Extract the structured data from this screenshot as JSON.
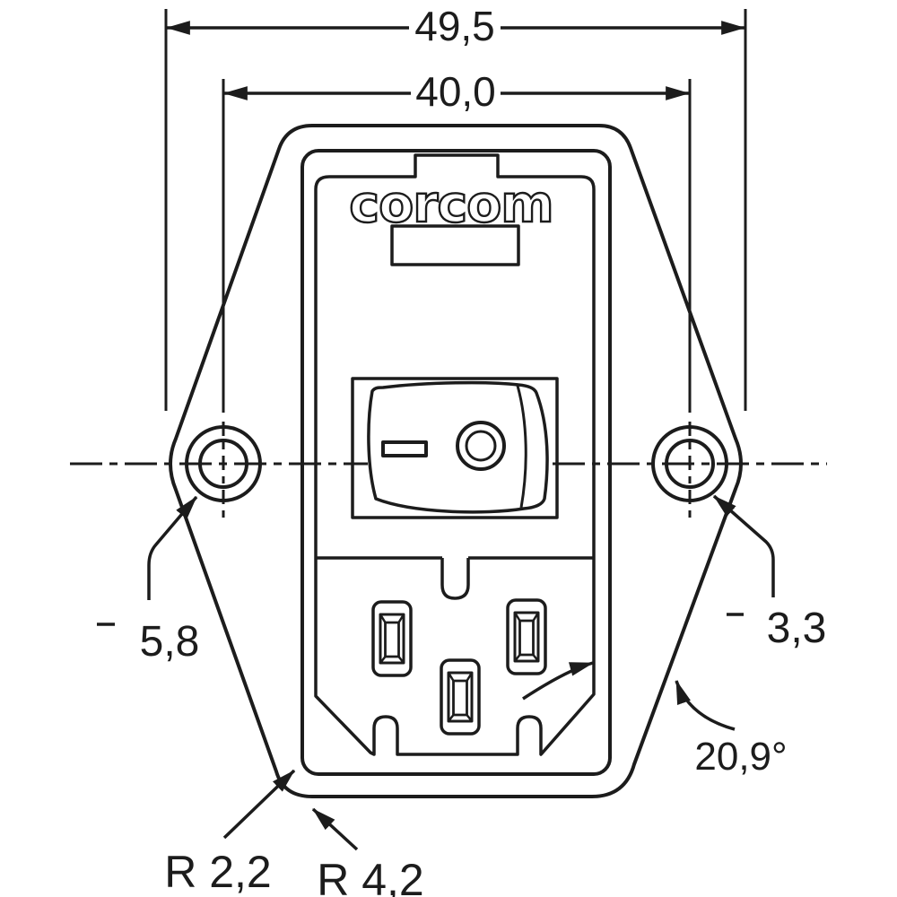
{
  "drawing": {
    "brand": "corcom",
    "dim_overall_width": "49,5",
    "dim_hole_spacing": "40,0",
    "dim_counterbore_diameter": "5,8",
    "dim_hole_diameter": "3,3",
    "dim_side_angle": "20,9°",
    "dim_radius_inner": "R 2,2",
    "dim_radius_outer": "R 4,2",
    "line_color": "#1c1c1c",
    "background_color": "#ffffff"
  }
}
